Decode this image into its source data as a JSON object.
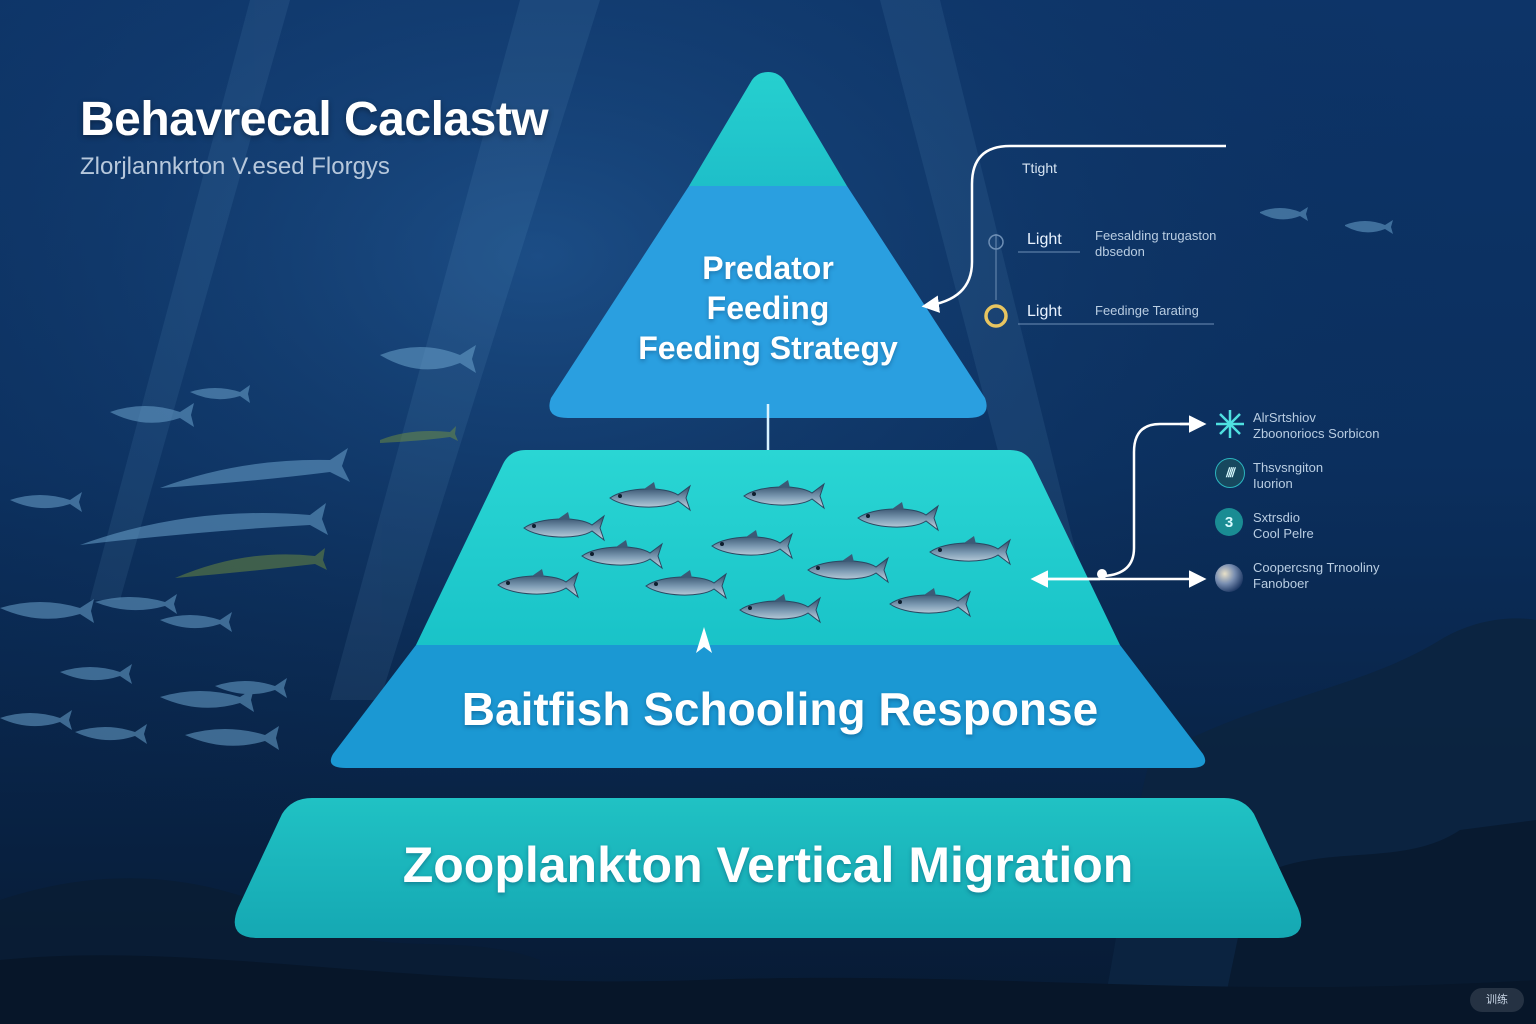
{
  "header": {
    "title": "Behavrecal Caclastw",
    "subtitle": "Zlorjlannkrton V.esed Florgys"
  },
  "tiers": {
    "top": {
      "lines": [
        "Predator",
        "Feeding",
        "Feeding Strategy"
      ]
    },
    "middle": {
      "label": "Baitfish Schooling Response"
    },
    "base": {
      "label": "Zooplankton Vertical Migration"
    }
  },
  "annotations_top": {
    "tight": "Ttight",
    "row1": {
      "key": "Light",
      "desc_line1": "Feesalding trugaston",
      "desc_line2": "dbsedon"
    },
    "row2": {
      "key": "Light",
      "desc_line1": "Feedinge Tarating"
    }
  },
  "annotations_right": [
    {
      "icon": "plankton-icon",
      "line1": "AlrSrtshiov",
      "line2": "Zboonoriocs Sorbicon"
    },
    {
      "icon": "fish-school-icon",
      "line1": "Thsvsngiton",
      "line2": "Iuorion"
    },
    {
      "icon": "number-badge-icon",
      "glyph": "3",
      "line1": "Sxtrsdio",
      "line2": "Cool Pelre"
    },
    {
      "icon": "sphere-icon",
      "line1": "Coopercsng Trnooliny",
      "line2": "Fanoboer"
    }
  ],
  "colors": {
    "ocean_deep": "#0b2a52",
    "tier_top_light": "#1fc6c9",
    "tier_top_blue": "#2a9de0",
    "tier_mid_teal": "#1ecbcc",
    "tier_mid_blue": "#1a97d2",
    "tier_base_teal": "#19b8bd",
    "ring_gold": "#e8c560"
  },
  "watermark": "训练"
}
